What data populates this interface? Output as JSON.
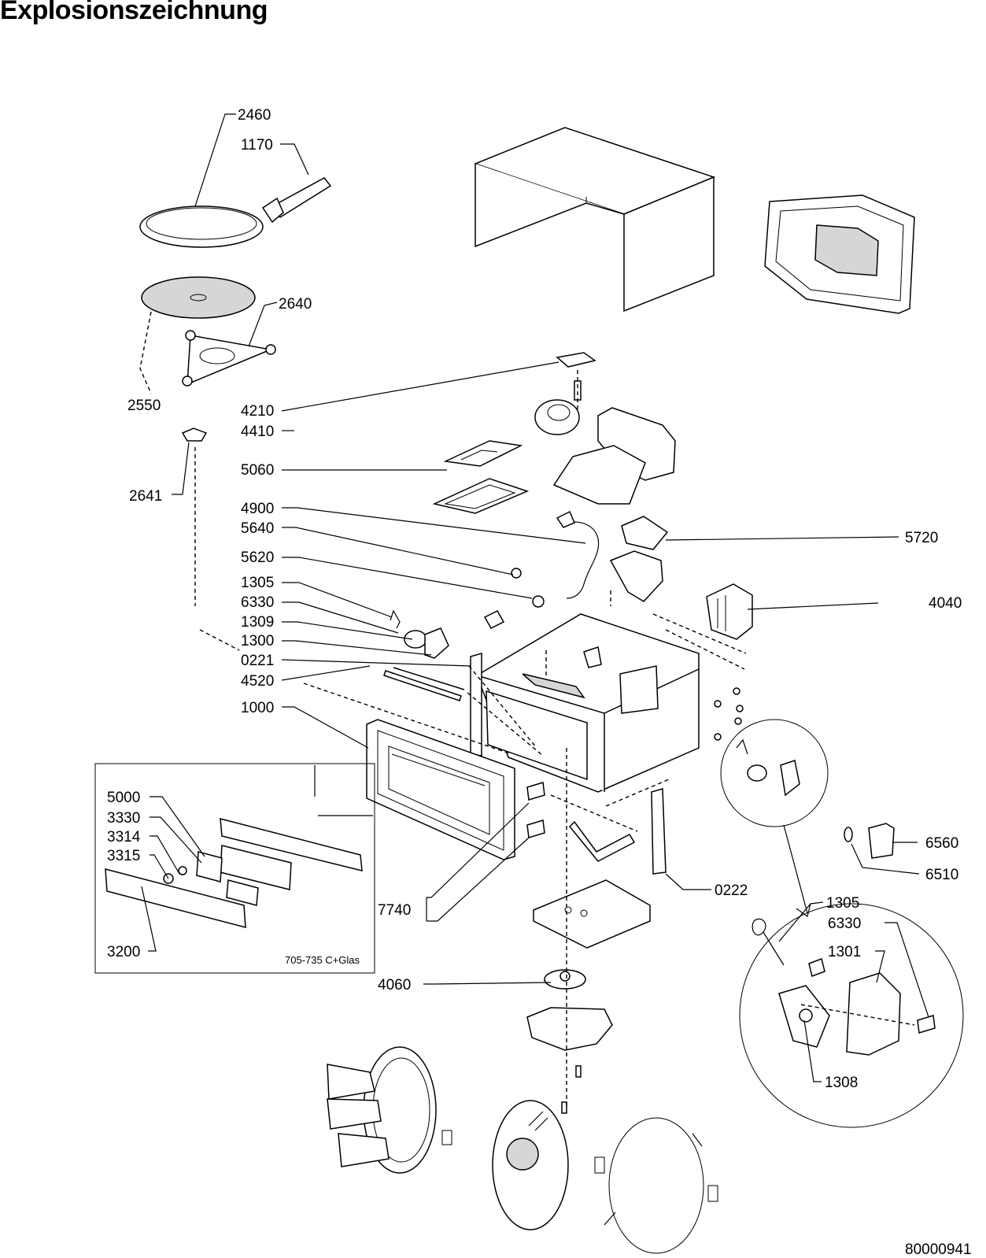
{
  "title": "Explosionszeichnung",
  "drawing_number": "80000941",
  "inset_caption": "705-735 C+Glas",
  "labels": {
    "p2460": "2460",
    "p1170": "1170",
    "p2640": "2640",
    "p2550": "2550",
    "p2641": "2641",
    "p4210": "4210",
    "p4410": "4410",
    "p5060": "5060",
    "p4900": "4900",
    "p5640": "5640",
    "p5620": "5620",
    "p1305": "1305",
    "p6330": "6330",
    "p1309": "1309",
    "p1300": "1300",
    "p0221": "0221",
    "p4520": "4520",
    "p1000": "1000",
    "p5720": "5720",
    "p4040": "4040",
    "p6560": "6560",
    "p6510": "6510",
    "p0222": "0222",
    "p7740": "7740",
    "p4060": "4060",
    "p5000": "5000",
    "p3330": "3330",
    "p3314": "3314",
    "p3315": "3315",
    "p3200": "3200",
    "d1305": "1305",
    "d6330": "6330",
    "d1301": "1301",
    "d1308": "1308"
  }
}
